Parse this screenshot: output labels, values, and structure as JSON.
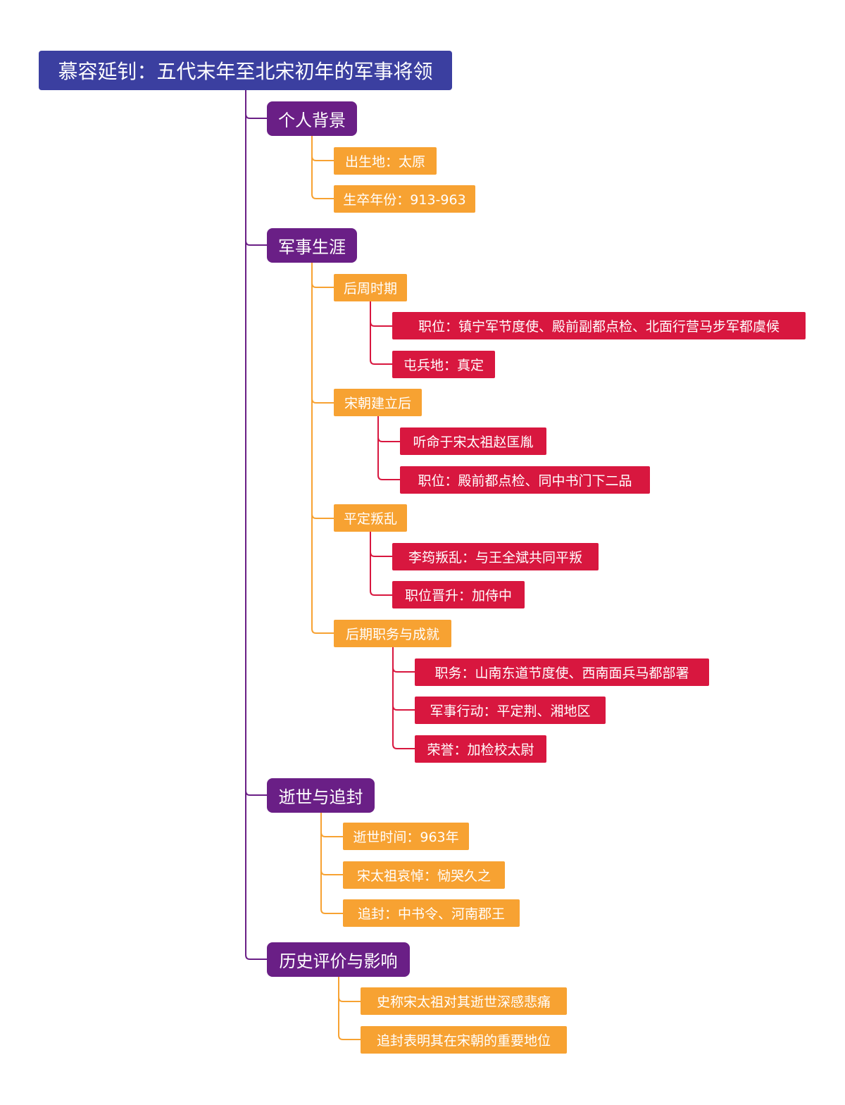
{
  "title": "慕容延钊：五代末年至北宋初年的军事将领",
  "colors": {
    "root": "#3b3fa0",
    "section": "#6a1f86",
    "subtopic": "#f7a232",
    "detail": "#d8173f"
  },
  "sections": [
    {
      "label": "个人背景",
      "items": [
        {
          "label": "出生地：太原",
          "children": []
        },
        {
          "label": "生卒年份：913-963",
          "children": []
        }
      ]
    },
    {
      "label": "军事生涯",
      "items": [
        {
          "label": "后周时期",
          "children": [
            "职位：镇宁军节度使、殿前副都点检、北面行营马步军都虞候",
            "屯兵地：真定"
          ]
        },
        {
          "label": "宋朝建立后",
          "children": [
            "听命于宋太祖赵匡胤",
            "职位：殿前都点检、同中书门下二品"
          ]
        },
        {
          "label": "平定叛乱",
          "children": [
            "李筠叛乱：与王全斌共同平叛",
            "职位晋升：加侍中"
          ]
        },
        {
          "label": "后期职务与成就",
          "children": [
            "职务：山南东道节度使、西南面兵马都部署",
            "军事行动：平定荆、湘地区",
            "荣誉：加检校太尉"
          ]
        }
      ]
    },
    {
      "label": "逝世与追封",
      "items": [
        {
          "label": "逝世时间：963年",
          "children": []
        },
        {
          "label": "宋太祖哀悼：恸哭久之",
          "children": []
        },
        {
          "label": "追封：中书令、河南郡王",
          "children": []
        }
      ]
    },
    {
      "label": "历史评价与影响",
      "items": [
        {
          "label": "史称宋太祖对其逝世深感悲痛",
          "children": []
        },
        {
          "label": "追封表明其在宋朝的重要地位",
          "children": []
        }
      ]
    }
  ]
}
